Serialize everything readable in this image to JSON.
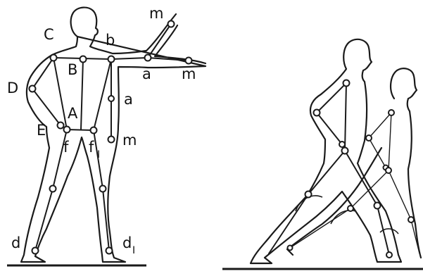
{
  "labels": {
    "C": "C",
    "b": "b",
    "m_hand": "m",
    "B": "B",
    "a_arm": "a",
    "m_elbow": "m",
    "D": "D",
    "a_forearm": "a",
    "A": "A",
    "E": "E",
    "m_wrist": "m",
    "f": "f",
    "f1": "f",
    "f1_sub": "I",
    "d": "d",
    "d1": "d",
    "d1_sub": "I"
  },
  "colors": {
    "ink": "#1a1a1a",
    "paper": "#ffffff"
  }
}
